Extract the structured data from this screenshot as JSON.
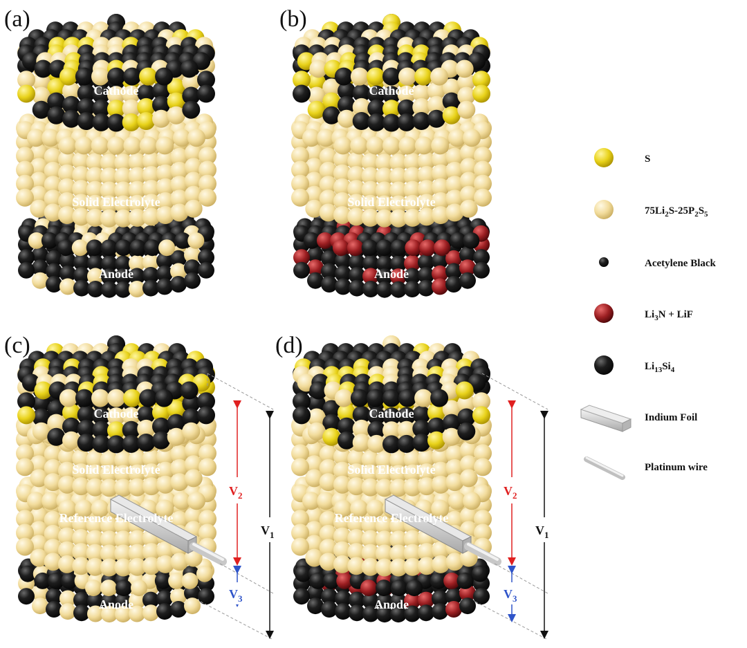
{
  "panels": [
    {
      "id": "a",
      "label": "(a)",
      "cathode": "Cathode",
      "electrolyte": "Solid Electrolyte",
      "anode": "Anode"
    },
    {
      "id": "b",
      "label": "(b)",
      "cathode": "Cathode",
      "electrolyte": "Solid Electrolyte",
      "anode": "Anode"
    },
    {
      "id": "c",
      "label": "(c)",
      "cathode": "Cathode",
      "electrolyte": "Solid Electrolyte",
      "reference": "Reference Electrolyte",
      "anode": "Anode"
    },
    {
      "id": "d",
      "label": "(d)",
      "cathode": "Cathode",
      "electrolyte": "Solid Electrolyte",
      "reference": "Reference Electrolyte",
      "anode": "Anode"
    }
  ],
  "voltages": {
    "v1": {
      "main": "V",
      "sub": "1"
    },
    "v2": {
      "main": "V",
      "sub": "2"
    },
    "v3": {
      "main": "V",
      "sub": "3"
    }
  },
  "legend": {
    "s": {
      "text": "S"
    },
    "electrolyte": {
      "p1": "75Li",
      "s1": "2",
      "p2": "S-25P",
      "s2": "2",
      "p3": "S",
      "s3": "5"
    },
    "acetylene": {
      "text": "Acetylene Black"
    },
    "li3n": {
      "p1": "Li",
      "s1": "3",
      "p2": "N + LiF"
    },
    "lisi": {
      "p1": "Li",
      "s1": "13",
      "p2": "Si",
      "s2": "4"
    },
    "indium": {
      "text": "Indium Foil"
    },
    "platinum": {
      "text": "Platinum wire"
    }
  },
  "colors": {
    "sulfur": "#e8d21a",
    "electrolyte": "#f2dc9c",
    "black": "#1a1a1a",
    "red": "#9c1f22",
    "v2_line": "#e02020",
    "v3_line": "#2f54c9",
    "v1_line": "#111111"
  }
}
